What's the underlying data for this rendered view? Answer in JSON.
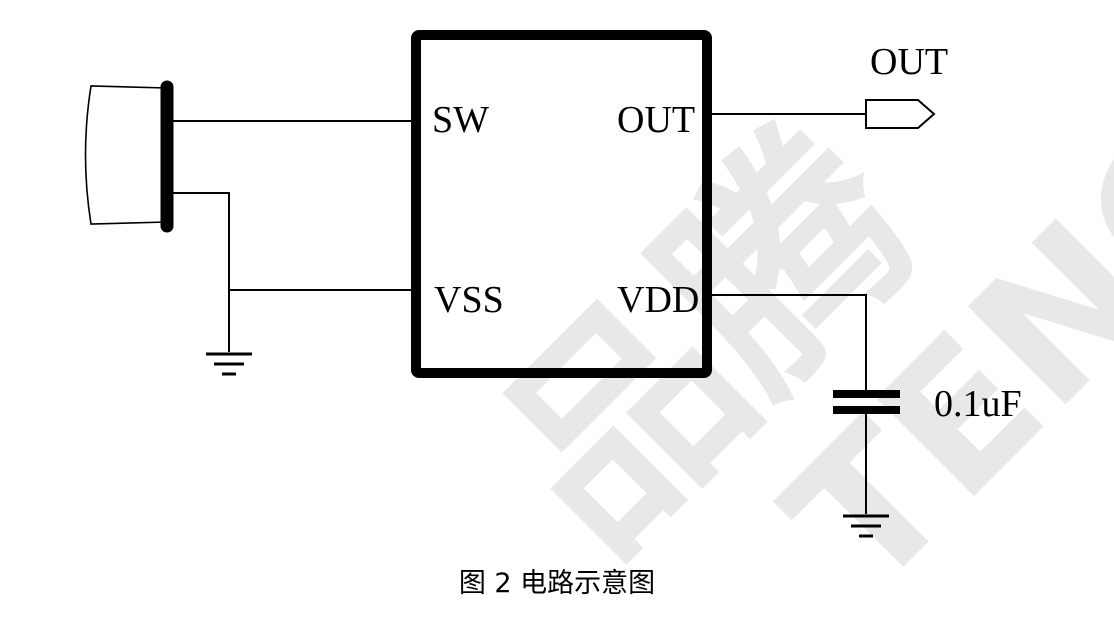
{
  "chip": {
    "pins": {
      "sw": "SW",
      "vss": "VSS",
      "out": "OUT",
      "vdd": "VDD"
    }
  },
  "output_port": {
    "label": "OUT"
  },
  "capacitor": {
    "value": "0.1uF"
  },
  "caption": "图 2 电路示意图",
  "watermark": {
    "chinese": "品腾",
    "latin": "TENG"
  },
  "colors": {
    "line": "#000000",
    "watermark": "#e8e8e8",
    "background": "#ffffff"
  }
}
